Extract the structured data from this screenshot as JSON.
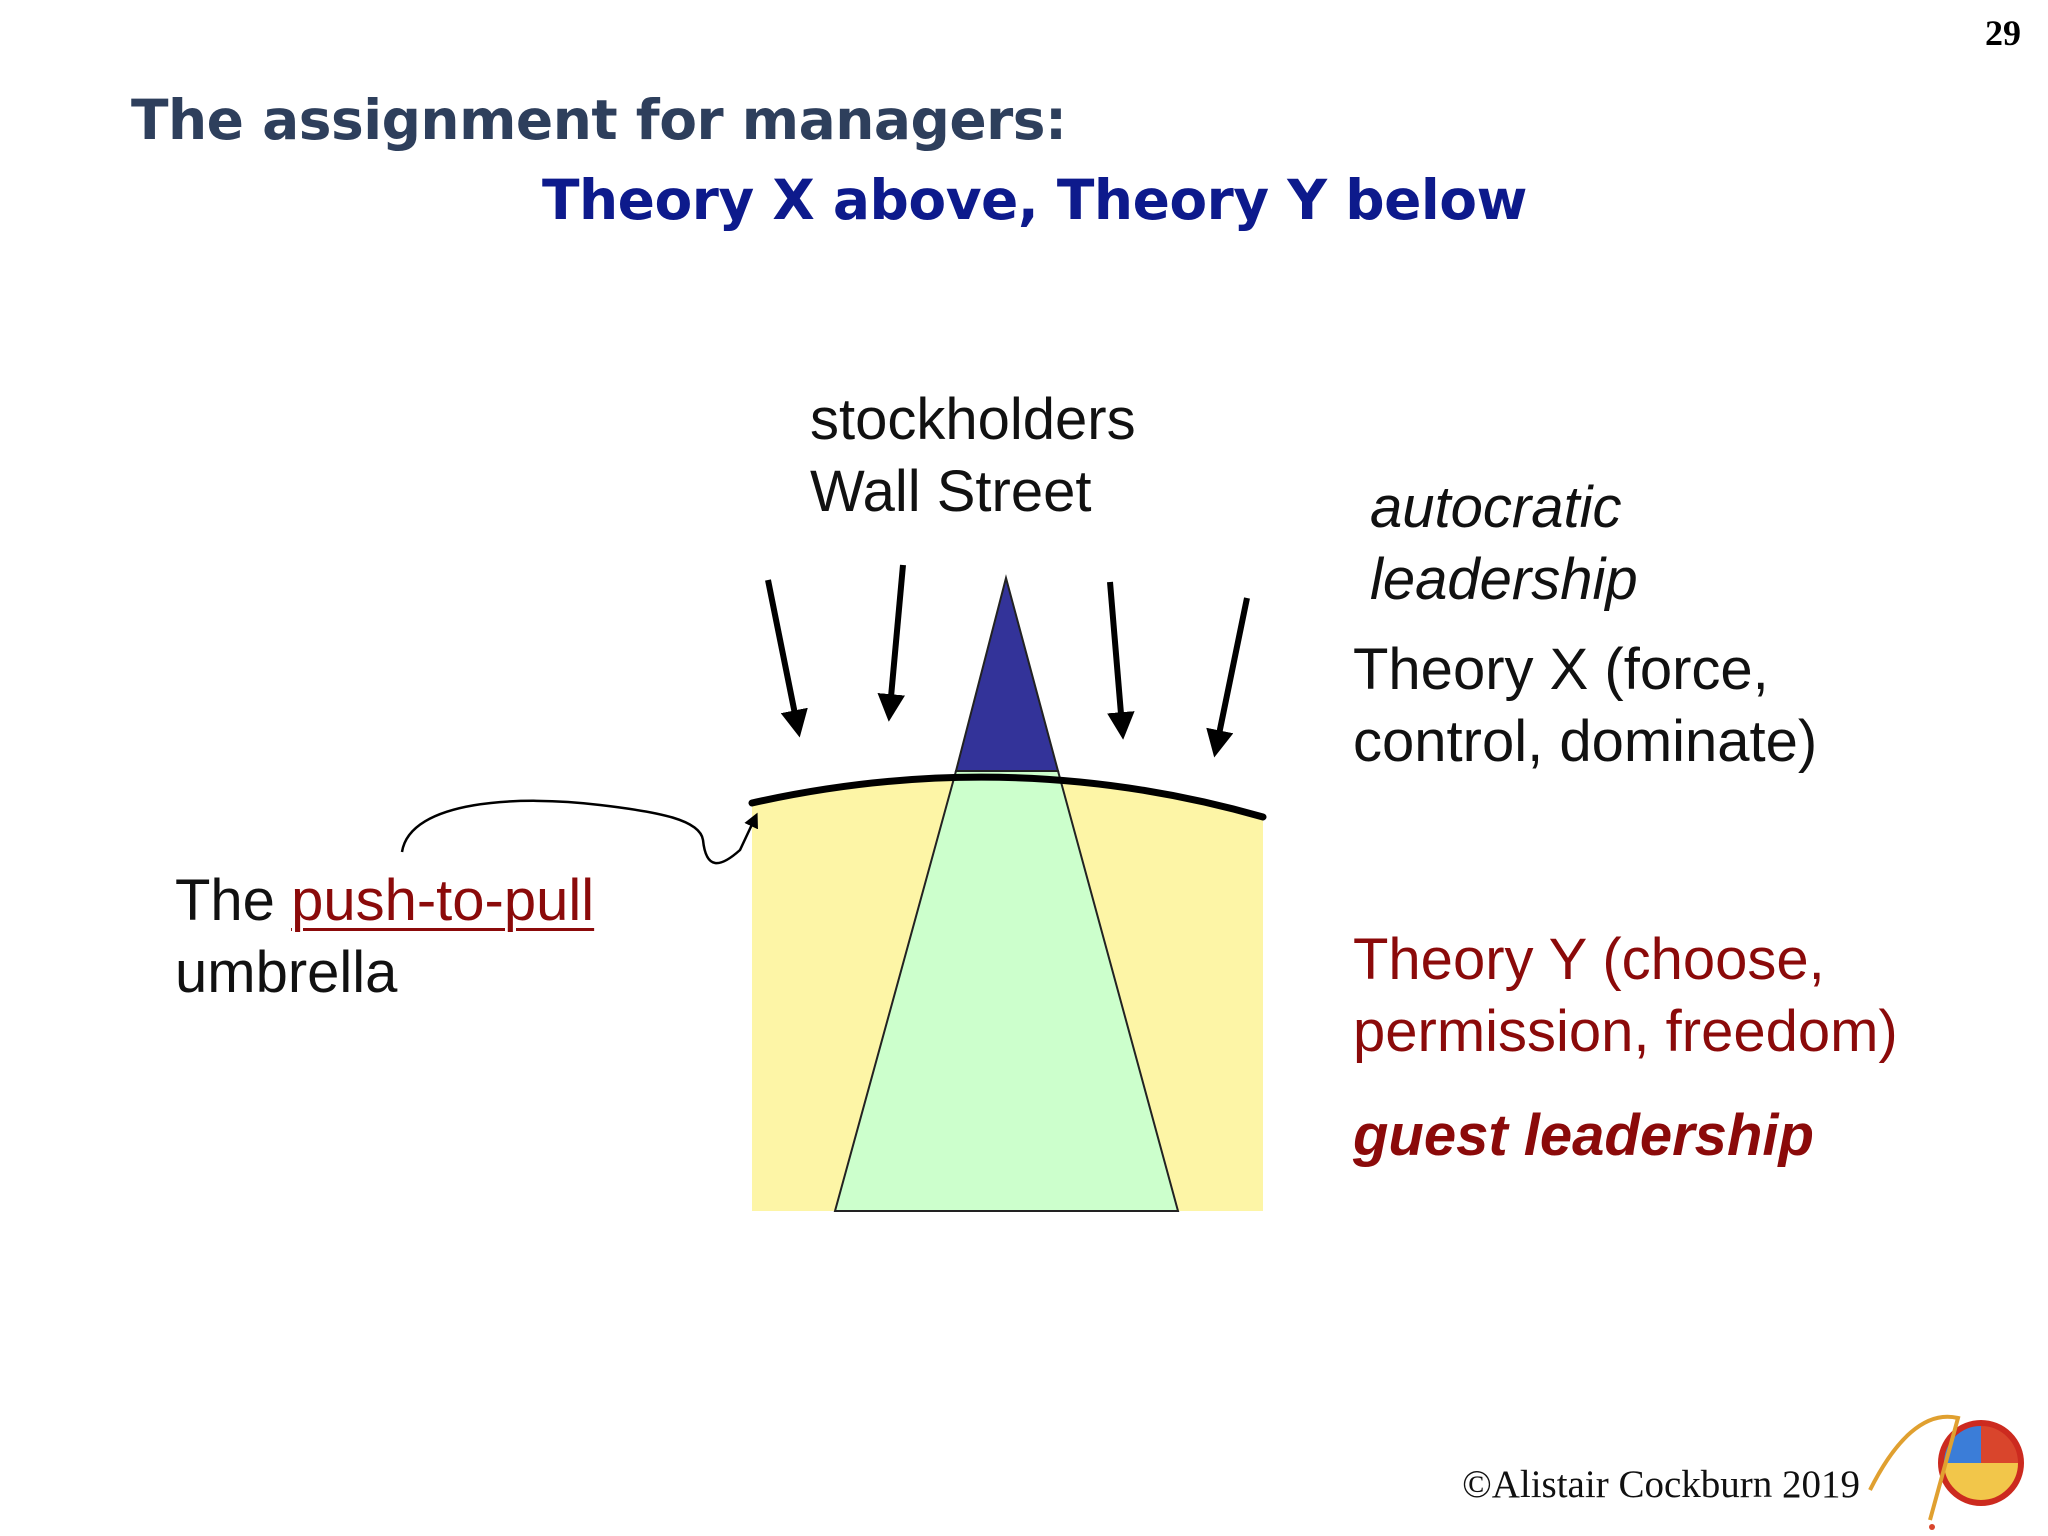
{
  "page_number": "29",
  "title": {
    "line1": "The assignment for managers:",
    "line2": "Theory X above, Theory Y below"
  },
  "labels": {
    "stockholders": "stockholders",
    "wall_street": "Wall Street",
    "autocratic_1": "autocratic",
    "autocratic_2": "leadership",
    "theory_x_1": "Theory X (force,",
    "theory_x_2": "control, dominate)",
    "theory_y_1": "Theory Y (choose,",
    "theory_y_2": "permission, freedom)",
    "guest": "guest leadership",
    "umbrella_prefix": "The",
    "umbrella_link": "push-to-pull",
    "umbrella_suffix": "umbrella"
  },
  "copyright": "©Alistair Cockburn 2019",
  "colors": {
    "title_dark": "#2e3f5c",
    "title_blue": "#0d1a8c",
    "umbrella_fill": "#fdf5a6",
    "inner_triangle": "#ccffcc",
    "top_triangle": "#333399",
    "theory_y_red": "#8b0a0a"
  },
  "icons": [
    "down-arrow-icon",
    "curved-arrow-icon",
    "logo-icon"
  ]
}
